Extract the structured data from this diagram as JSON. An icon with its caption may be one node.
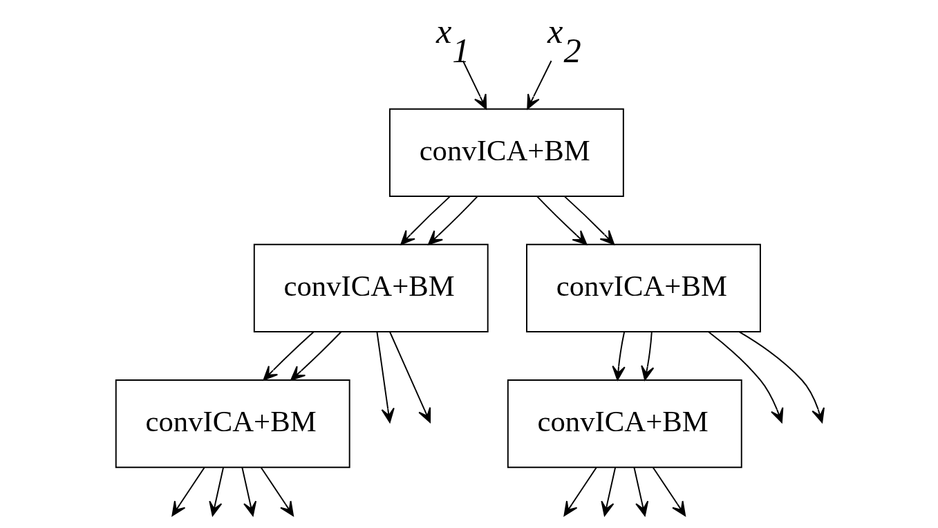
{
  "diagram": {
    "nodes": [
      {
        "text": [
          "x$_{1}$"
        ]
      },
      {
        "text": [
          "x$_{2}$"
        ]
      },
      {
        "text": [
          "convICA+BM"
        ]
      },
      {
        "text": [
          "convICA+BM"
        ]
      },
      {
        "text": [
          "convICA+BM"
        ]
      },
      {
        "text": [
          "convICA+BM"
        ]
      },
      {
        "text": [
          "convICA+BM"
        ]
      }
    ],
    "edges": [
      {
        "from": 0,
        "to": 2,
        "arrow": "to"
      },
      {
        "from": 1,
        "to": 2,
        "arrow": "to"
      },
      {
        "from": 2,
        "to": 3,
        "arrow": "to"
      },
      {
        "from": 2,
        "to": 3,
        "arrow": "to"
      },
      {
        "from": 2,
        "to": 4,
        "arrow": "to"
      },
      {
        "from": 2,
        "to": 4,
        "arrow": "to"
      },
      {
        "from": 3,
        "to": 5,
        "arrow": "to"
      },
      {
        "from": 3,
        "to": 5,
        "arrow": "to"
      },
      {
        "from": 3,
        "to": null,
        "arrow": "to"
      },
      {
        "from": 3,
        "to": null,
        "arrow": "to"
      },
      {
        "from": 4,
        "to": null,
        "arrow": "to"
      },
      {
        "from": 4,
        "to": null,
        "arrow": "to"
      },
      {
        "from": 4,
        "to": 6,
        "arrow": "to"
      },
      {
        "from": 4,
        "to": 6,
        "arrow": "to"
      },
      {
        "from": 5,
        "to": null,
        "arrow": "to"
      },
      {
        "from": 5,
        "to": null,
        "arrow": "to"
      },
      {
        "from": 5,
        "to": null,
        "arrow": "to"
      },
      {
        "from": 5,
        "to": null,
        "arrow": "to"
      },
      {
        "from": 6,
        "to": null,
        "arrow": "to"
      },
      {
        "from": 6,
        "to": null,
        "arrow": "to"
      },
      {
        "from": 6,
        "to": null,
        "arrow": "to"
      },
      {
        "from": 6,
        "to": null,
        "arrow": "to"
      }
    ]
  }
}
